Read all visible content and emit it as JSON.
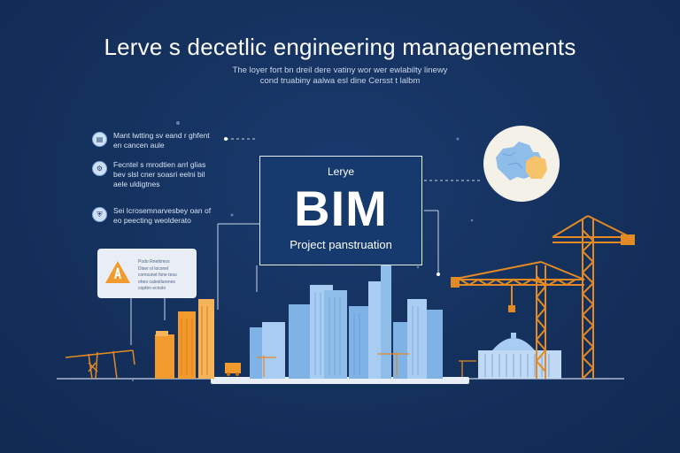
{
  "header": {
    "title": "Lerve s decetlic engineering managenements",
    "subtitle_line1": "The loyer fort bn dreil dere vatiny wor wer ewlabilty linewy",
    "subtitle_line2": "cond truabiny aalwa esl dine Cersst t lalbm"
  },
  "features": [
    {
      "icon": "document-icon",
      "line1": "Mant lwtting sv eand r ghfent",
      "line2": "en cancen aule"
    },
    {
      "icon": "gear-icon",
      "line1": "Fecntel s mrodtien arrl glias",
      "line2": "bev slsl cner soasri eelni bil",
      "line3": "aele uldigtnes"
    },
    {
      "icon": "shield-icon",
      "line1": "Sei Icrosemnarvesbey oan of",
      "line2": "eo peecting weolderato"
    }
  ],
  "bim_panel": {
    "pre_label": "Lerye",
    "main_label": "BIM",
    "sub_label": "Project panstruation"
  },
  "alert_card": {
    "icon": "warning-icon",
    "lines": [
      "Podo Rnetkmos",
      "Diser ol loconel",
      "comsunet fone tesu",
      "oheo calestlurenes",
      "coptirn ecnolo"
    ]
  },
  "map_icon": "map-icon",
  "colors": {
    "background": "#14305c",
    "accent_orange": "#f29a2e",
    "building_blue": "#7fb2e5",
    "building_light": "#a9cdf2",
    "crane": "#e48a24"
  }
}
